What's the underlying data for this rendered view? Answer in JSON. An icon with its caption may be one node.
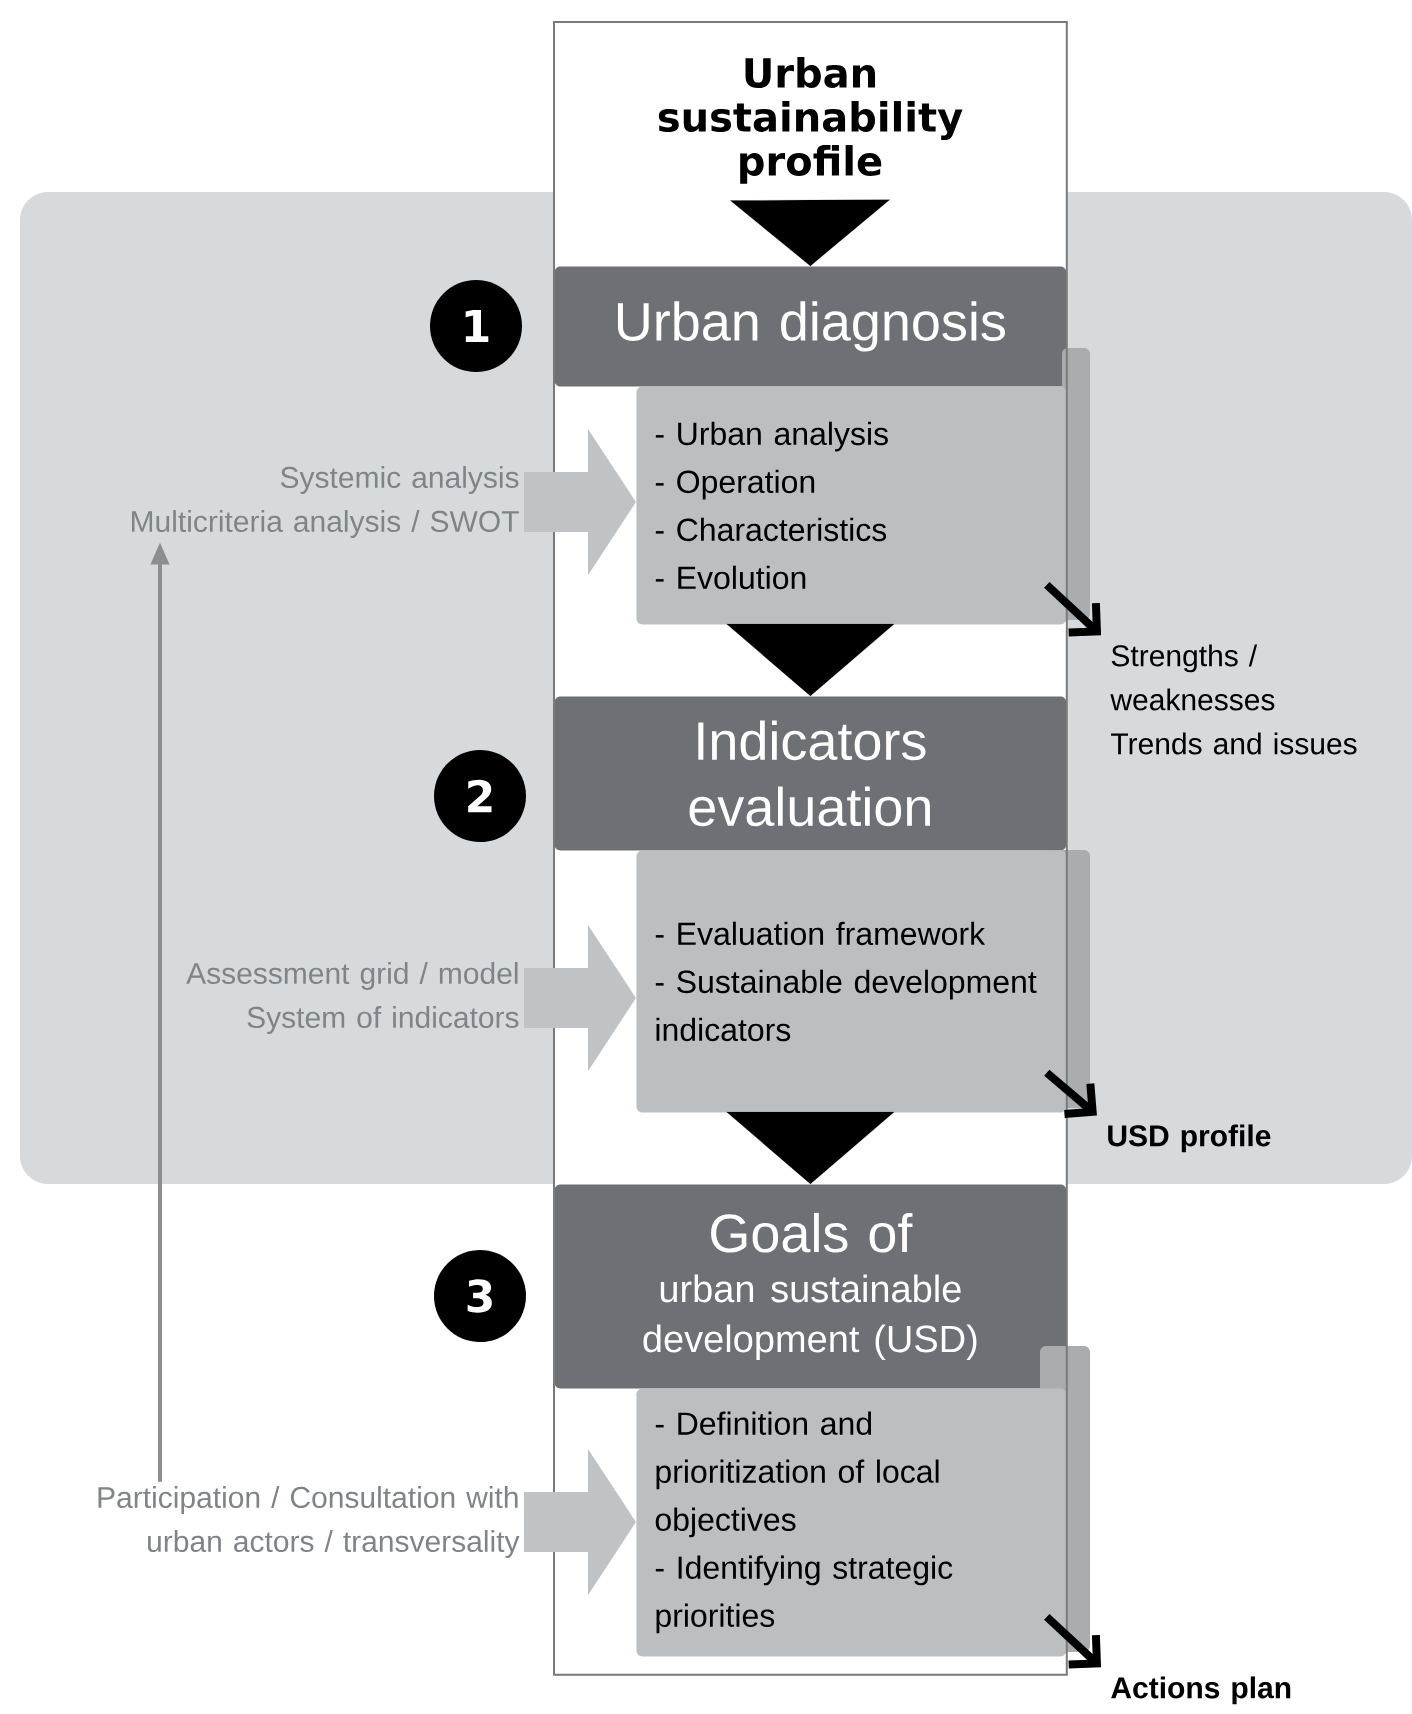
{
  "diagram": {
    "nodes": [
      {
        "text": [],
        "shape": "box"
      },
      {
        "text": [
          "Urban sustainability profile"
        ],
        "in": 0
      },
      {
        "text": [
          "1"
        ]
      },
      {
        "text": [
          "Urban diagnosis"
        ],
        "in": 0
      },
      {
        "text": [
          "- Urban analysis",
          "- Operation",
          "- Characteristics",
          "- Evolution"
        ],
        "in": 0
      },
      {
        "text": [
          "Systemic analysis",
          "Multicriteria analysis / SWOT"
        ]
      },
      {
        "text": [
          "Strengths / weaknesses",
          "Trends and issues"
        ]
      },
      {
        "text": [
          "2"
        ]
      },
      {
        "text": [
          "Indicators evaluation"
        ],
        "in": 0
      },
      {
        "text": [
          "- Evaluation framework",
          "- Sustainable development indicators"
        ],
        "in": 0
      },
      {
        "text": [
          "Assessment grid / model",
          "System of indicators"
        ]
      },
      {
        "text": [
          "USD profile"
        ]
      },
      {
        "text": [
          "3"
        ]
      },
      {
        "text": [
          "Goals of",
          "urban sustainable development (USD)"
        ],
        "in": 0
      },
      {
        "text": [
          "- Definition and prioritization of local objectives",
          "- Identifying strategic priorities"
        ],
        "in": 0
      },
      {
        "text": [
          "Participation / Consultation with urban actors / transversality"
        ]
      },
      {
        "text": [
          "Actions plan"
        ]
      }
    ],
    "edges": [
      {
        "from": 1,
        "to": 3,
        "arrow": "to"
      },
      {
        "from": 4,
        "to": 8,
        "arrow": "to"
      },
      {
        "from": 9,
        "to": 13,
        "arrow": "to"
      },
      {
        "from": 5,
        "to": 4,
        "arrow": "to",
        "style": "thick",
        "color": "#c0c3c6"
      },
      {
        "from": 10,
        "to": 9,
        "arrow": "to",
        "style": "thick",
        "color": "#c0c3c6"
      },
      {
        "from": 15,
        "to": 14,
        "arrow": "to",
        "style": "thick",
        "color": "#c0c3c6"
      },
      {
        "from": 4,
        "to": 6,
        "arrow": "to",
        "color": "#000000"
      },
      {
        "from": 9,
        "to": 11,
        "arrow": "to",
        "color": "#000000"
      },
      {
        "from": 14,
        "to": 16,
        "arrow": "to",
        "color": "#000000"
      },
      {
        "from": 15,
        "to": 5,
        "arrow": "to",
        "color": "#8a8e92"
      }
    ]
  }
}
